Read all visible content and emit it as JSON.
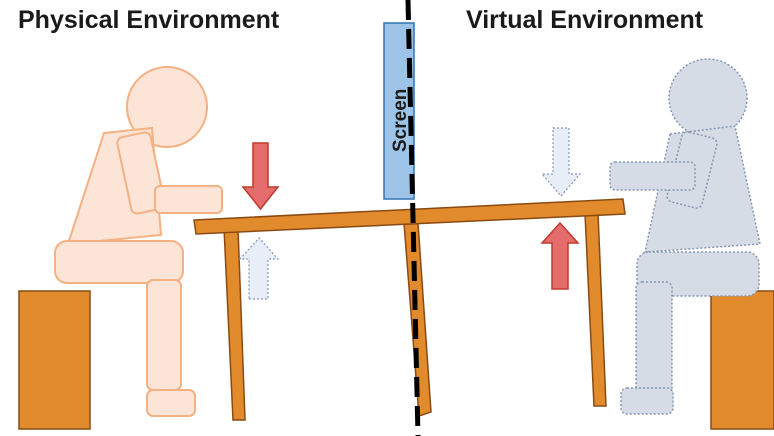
{
  "labels": {
    "physical": "Physical Environment",
    "virtual": "Virtual Environment",
    "screen": "Screen"
  },
  "colors": {
    "physical_person_fill": "#fce4d6",
    "physical_person_stroke": "#f4b183",
    "virtual_person_fill": "#d6dce5",
    "virtual_person_stroke": "#8497b0",
    "furniture": "#e18b2c",
    "furniture_stroke": "#8a4a12",
    "screen_fill": "#9dc3e6",
    "screen_stroke": "#2e75b6",
    "arrow_red_fill": "#e46c6c",
    "arrow_red_stroke": "#c0392b",
    "arrow_light_fill": "#e7eef8",
    "arrow_light_stroke": "#8497b0"
  },
  "icons": {
    "physical_person": "seated-person-icon",
    "virtual_person": "seated-person-icon",
    "force_down": "arrow-down-icon",
    "force_up": "arrow-up-icon"
  }
}
